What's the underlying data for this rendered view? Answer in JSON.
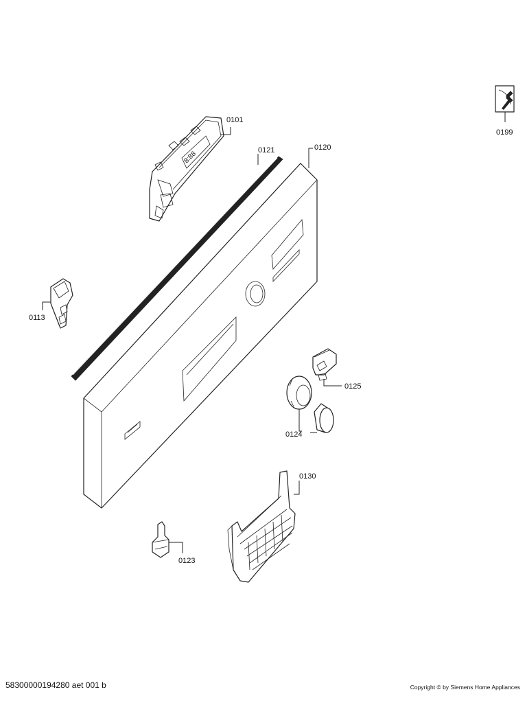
{
  "labels": {
    "p0101": "0101",
    "p0121": "0121",
    "p0120": "0120",
    "p0113": "0113",
    "p0125": "0125",
    "p0124": "0124",
    "p0130": "0130",
    "p0123": "0123",
    "p0199": "0199"
  },
  "footer": {
    "doc_id": "58300000194280 aet 001 b",
    "copyright": "Copyright © by Siemens Home Appliances"
  },
  "icons": {
    "service_icon": "wrench-icon"
  }
}
